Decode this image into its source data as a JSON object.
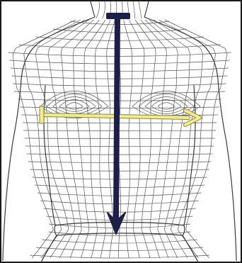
{
  "figure": {
    "subject": "wireframe-torso-back",
    "colors": {
      "background": "#ffffff",
      "border": "#1a1a1a",
      "mesh": "#3a3a3a",
      "length_arrow": "#1c1f4a",
      "width_arrow": "#f2ec8c",
      "width_arrow_outline": "#8a8440"
    },
    "annotations": [
      {
        "name": "back-length-arrow",
        "direction": "vertical",
        "start_cap": "flat-bar",
        "end_cap": "arrowhead"
      },
      {
        "name": "back-width-arrow",
        "direction": "horizontal",
        "start_cap": "flat-bar",
        "end_cap": "arrowhead"
      }
    ]
  }
}
